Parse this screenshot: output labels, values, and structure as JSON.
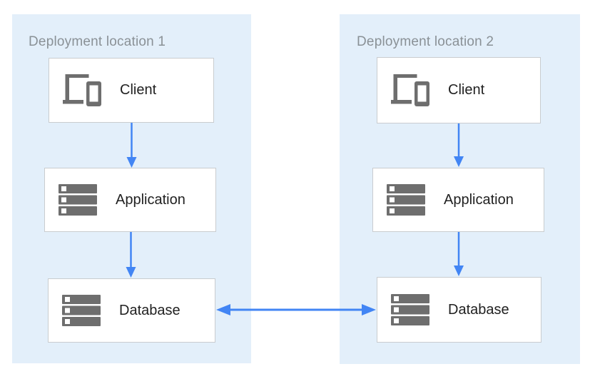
{
  "panels": [
    {
      "title": "Deployment location 1",
      "nodes": [
        {
          "label": "Client",
          "icon": "devices-icon"
        },
        {
          "label": "Application",
          "icon": "server-stack-icon"
        },
        {
          "label": "Database",
          "icon": "server-stack-icon"
        }
      ]
    },
    {
      "title": "Deployment location 2",
      "nodes": [
        {
          "label": "Client",
          "icon": "devices-icon"
        },
        {
          "label": "Application",
          "icon": "server-stack-icon"
        },
        {
          "label": "Database",
          "icon": "server-stack-icon"
        }
      ]
    }
  ],
  "connections": [
    {
      "panel": "Deployment location 1",
      "from": "Client",
      "to": "Application",
      "type": "one-way-down"
    },
    {
      "panel": "Deployment location 1",
      "from": "Application",
      "to": "Database",
      "type": "one-way-down"
    },
    {
      "panel": "Deployment location 2",
      "from": "Client",
      "to": "Application",
      "type": "one-way-down"
    },
    {
      "panel": "Deployment location 2",
      "from": "Application",
      "to": "Database",
      "type": "one-way-down"
    },
    {
      "from": "Database (Deployment location 1)",
      "to": "Database (Deployment location 2)",
      "type": "bidirectional"
    }
  ],
  "colors": {
    "panel-bg": "#E3EFFA",
    "arrow-blue": "#4285F4",
    "icon-gray": "#6E6E6E",
    "box-border": "#C9CCCF",
    "title-gray": "#8A9196",
    "label-color": "#212121"
  }
}
